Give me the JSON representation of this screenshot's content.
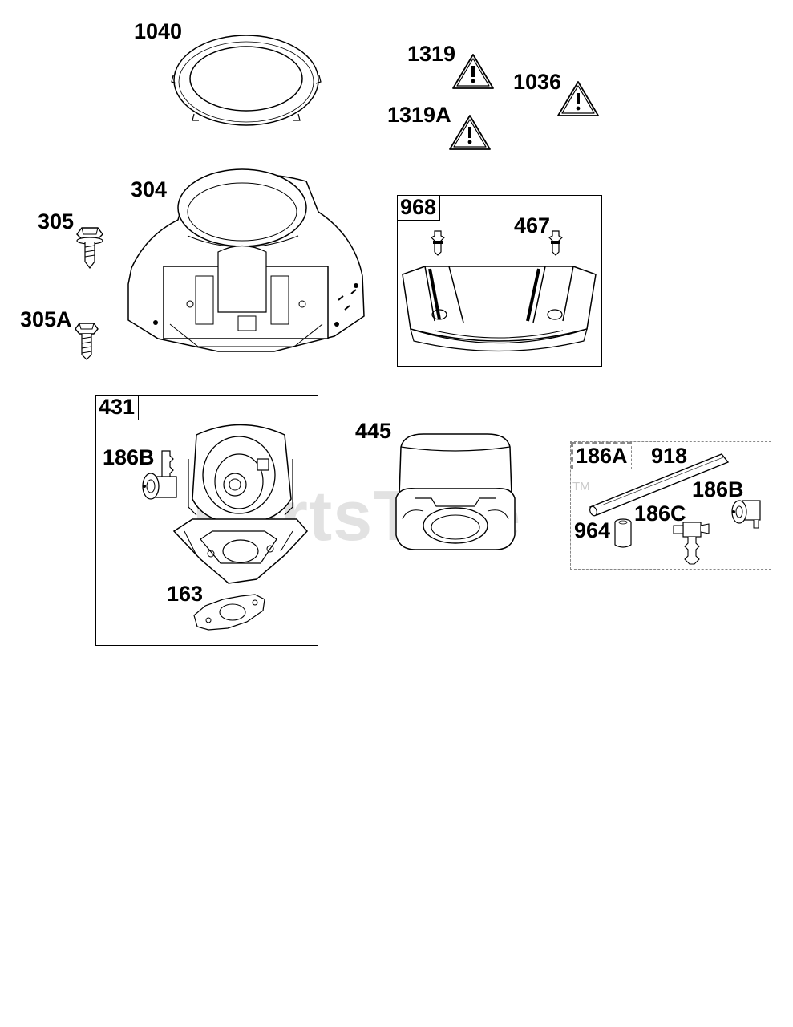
{
  "watermark": {
    "text": "PartsTree",
    "tm": "TM"
  },
  "labels": {
    "p1040": "1040",
    "p1319": "1319",
    "p1319a": "1319A",
    "p1036": "1036",
    "p304": "304",
    "p305": "305",
    "p305a": "305A",
    "p968": "968",
    "p467": "467",
    "p431": "431",
    "p186b_left": "186B",
    "p163": "163",
    "p445": "445",
    "p186a": "186A",
    "p918": "918",
    "p186b_right": "186B",
    "p186c": "186C",
    "p964": "964"
  },
  "icons": {
    "warning": "warning-triangle-icon"
  },
  "colors": {
    "line": "#000000",
    "dashed_frame": "#888888",
    "watermark": "#969696"
  }
}
